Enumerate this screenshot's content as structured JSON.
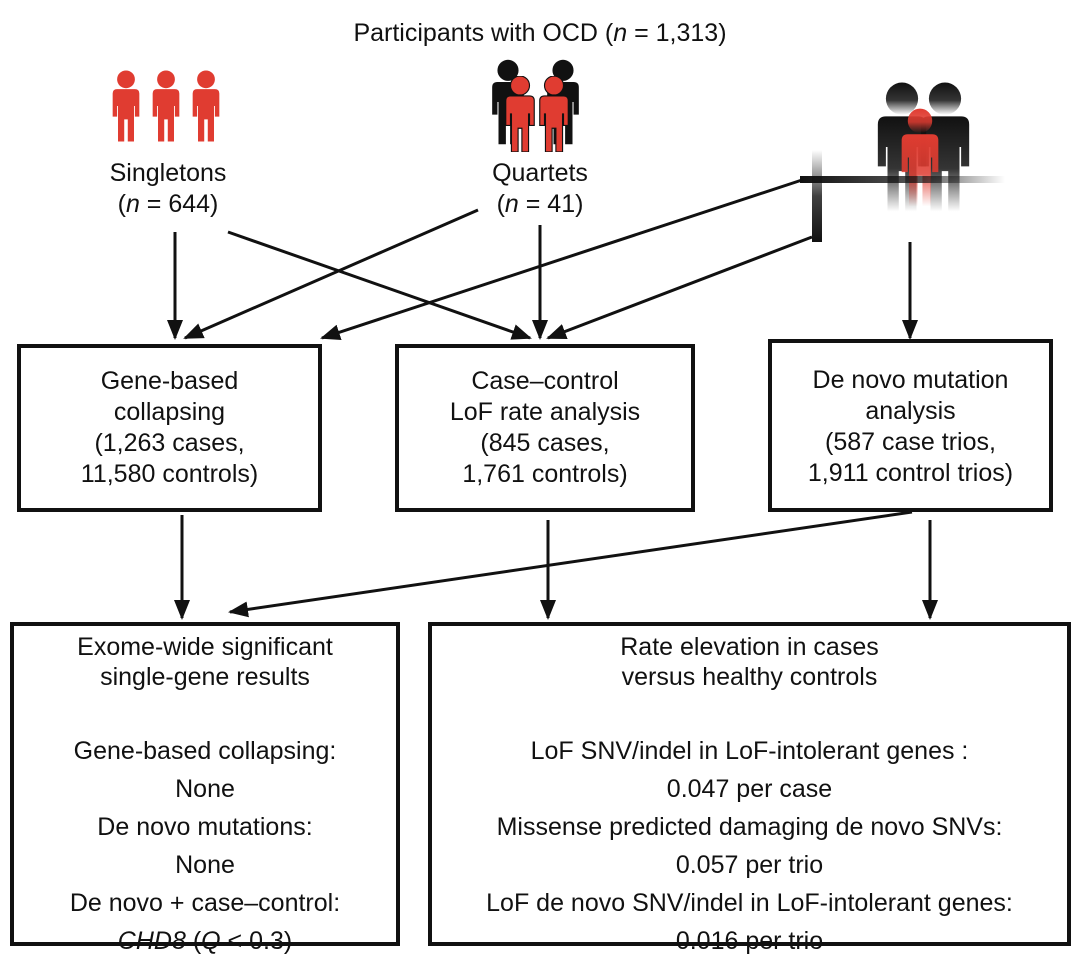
{
  "header": {
    "prefix": "Participants with OCD (",
    "n_var": "n",
    "suffix": " = 1,313)"
  },
  "groups": {
    "singletons": {
      "label": "Singletons",
      "n_var": "n",
      "n_text": " = 644)",
      "open": "("
    },
    "quartets": {
      "label": "Quartets",
      "n_var": "n",
      "n_text": " = 41)",
      "open": "("
    }
  },
  "analyses": {
    "gene_based": {
      "line1": "Gene-based",
      "line2": "collapsing",
      "line3": "(1,263 cases,",
      "line4": "11,580 controls)"
    },
    "case_control": {
      "line1": "Case–control",
      "line2": "LoF rate analysis",
      "line3": "(845 cases,",
      "line4": "1,761 controls)"
    },
    "de_novo": {
      "line1": "De novo mutation",
      "line2": "analysis",
      "line3": "(587 case trios,",
      "line4": "1,911 control trios)"
    }
  },
  "results_left": {
    "title1": "Exome-wide significant",
    "title2": "single-gene results",
    "r1_label": "Gene-based collapsing:",
    "r1_value": "None",
    "r2_label": "De novo mutations:",
    "r2_value": "None",
    "r3_label": "De novo + case–control:",
    "r3_gene": "CHD8",
    "r3_open": " (",
    "r3_q": "Q",
    "r3_rest": " < 0.3)"
  },
  "results_right": {
    "title1": "Rate elevation in cases",
    "title2": "versus healthy controls",
    "r1_label": "LoF SNV/indel in LoF-intolerant genes :",
    "r1_value": "0.047 per case",
    "r2_label": "Missense predicted damaging de novo SNVs:",
    "r2_value": "0.057 per trio",
    "r3_label": "LoF de novo SNV/indel in LoF-intolerant genes:",
    "r3_value": "0.016 per trio"
  },
  "colors": {
    "case": "#e03c31",
    "parent": "#111111",
    "line": "#111111"
  },
  "icons": [
    "singleton-person-icon",
    "quartet-family-icon",
    "trio-family-icon"
  ]
}
